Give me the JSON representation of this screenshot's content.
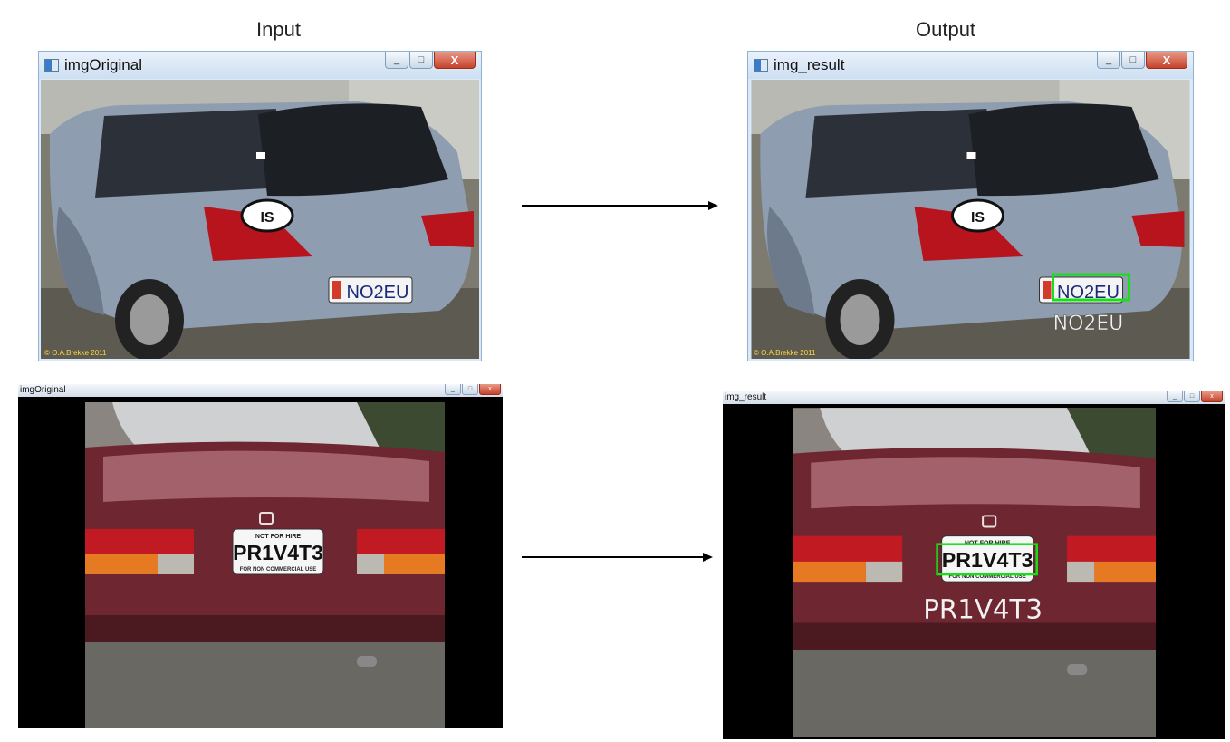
{
  "headings": {
    "input": "Input",
    "output": "Output"
  },
  "example1": {
    "input_window": {
      "title": "imgOriginal",
      "buttons": [
        "_",
        "□",
        "X"
      ]
    },
    "output_window": {
      "title": "img_result",
      "buttons": [
        "_",
        "□",
        "X"
      ]
    },
    "plate_text": "NO2EU",
    "sticker_text": "IS",
    "recognized_text": "NO2EU",
    "copyright": "© O.A.Brekke 2011"
  },
  "example2": {
    "input_window": {
      "title": "imgOriginal",
      "buttons": [
        "_",
        "□",
        "x"
      ]
    },
    "output_window": {
      "title": "img_result",
      "buttons": [
        "_",
        "□",
        "x"
      ]
    },
    "plate_top": "NOT FOR HIRE",
    "plate_text": "PR1V4T3",
    "plate_bottom": "FOR NON COMMERCIAL USE",
    "recognized_text": "PR1V4T3"
  },
  "colors": {
    "detection_box": "#18e018",
    "arrow": "#000000"
  }
}
